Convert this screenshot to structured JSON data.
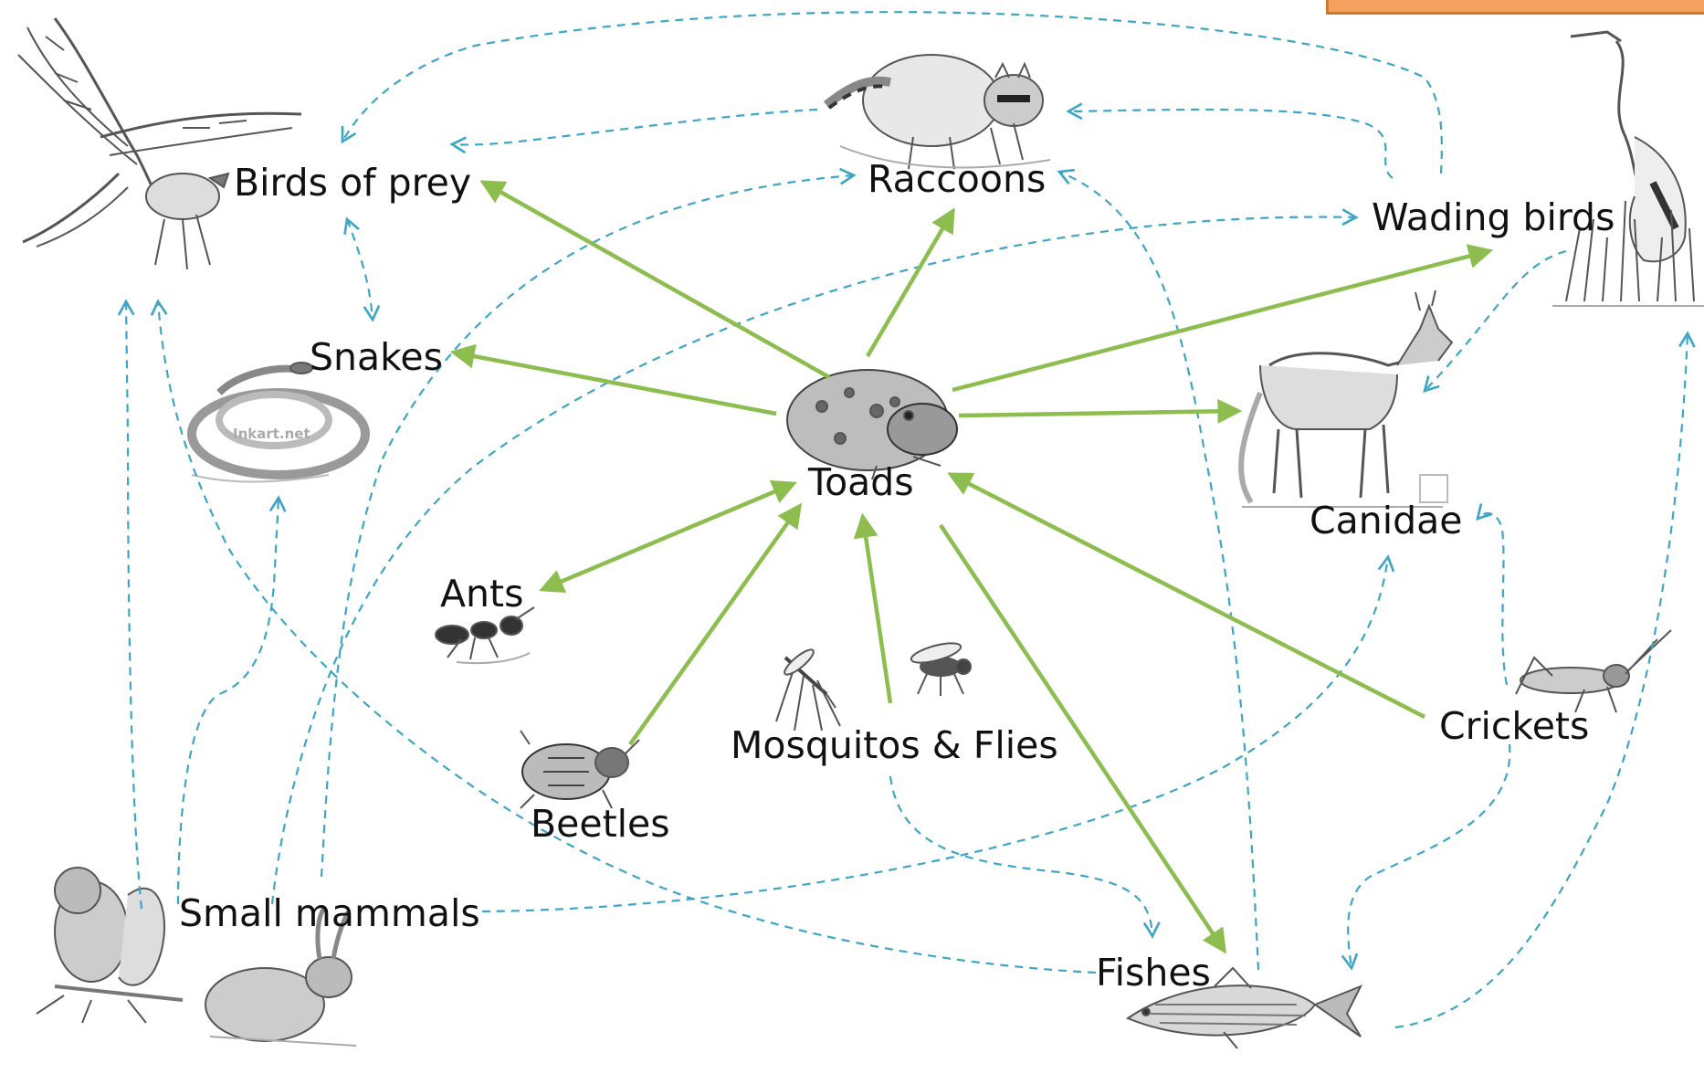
{
  "colors": {
    "predation_arrow": "#8cbd4e",
    "dashed_link": "#3ea5c6",
    "corner_tab_fill": "#f6a05f",
    "corner_tab_border": "#d0782f",
    "illustration_ink": "#555555"
  },
  "nodes": {
    "birds_of_prey": "Birds of prey",
    "raccoons": "Raccoons",
    "wading_birds": "Wading birds",
    "snakes": "Snakes",
    "toads": "Toads",
    "canidae": "Canidae",
    "ants": "Ants",
    "crickets": "Crickets",
    "mosquitos_flies": "Mosquitos & Flies",
    "beetles": "Beetles",
    "small_mammals": "Small mammals",
    "fishes": "Fishes"
  },
  "illustrations": {
    "hawk": "hawk-illustration",
    "raccoon": "raccoon-illustration",
    "heron": "heron-illustration",
    "snake": "snake-illustration",
    "toad": "toad-illustration",
    "fox": "fox-illustration",
    "ant": "ant-illustration",
    "grasshopper": "grasshopper-illustration",
    "mosquito": "mosquito-illustration",
    "fly": "fly-illustration",
    "beetle": "beetle-illustration",
    "squirrel": "squirrel-illustration",
    "rabbit": "rabbit-illustration",
    "fish": "fish-illustration"
  },
  "watermark": "Inkart.net",
  "solid_edges": [
    {
      "from": "toads",
      "to": "birds_of_prey"
    },
    {
      "from": "toads",
      "to": "raccoons"
    },
    {
      "from": "toads",
      "to": "wading_birds"
    },
    {
      "from": "toads",
      "to": "snakes"
    },
    {
      "from": "toads",
      "to": "canidae"
    },
    {
      "from": "toads",
      "to": "ants"
    },
    {
      "from": "toads",
      "to": "fishes"
    },
    {
      "from": "ants",
      "to": "toads"
    },
    {
      "from": "beetles",
      "to": "toads"
    },
    {
      "from": "mosquitos_flies",
      "to": "toads"
    },
    {
      "from": "crickets",
      "to": "toads"
    }
  ],
  "dashed_edges": [
    {
      "from": "wading_birds",
      "to": "birds_of_prey"
    },
    {
      "from": "raccoons",
      "to": "birds_of_prey"
    },
    {
      "from": "wading_birds",
      "to": "raccoons"
    },
    {
      "from": "birds_of_prey",
      "to": "snakes",
      "bidirectional": true
    },
    {
      "from": "wading_birds",
      "to": "canidae"
    },
    {
      "from": "small_mammals",
      "to": "birds_of_prey"
    },
    {
      "from": "small_mammals",
      "to": "snakes"
    },
    {
      "from": "small_mammals",
      "to": "raccoons"
    },
    {
      "from": "small_mammals",
      "to": "wading_birds"
    },
    {
      "from": "small_mammals",
      "to": "canidae"
    },
    {
      "from": "fishes",
      "to": "raccoons"
    },
    {
      "from": "fishes",
      "to": "birds_of_prey"
    },
    {
      "from": "fishes",
      "to": "wading_birds"
    },
    {
      "from": "crickets",
      "to": "canidae"
    },
    {
      "from": "crickets",
      "to": "fishes"
    },
    {
      "from": "mosquitos_flies",
      "to": "fishes"
    }
  ]
}
